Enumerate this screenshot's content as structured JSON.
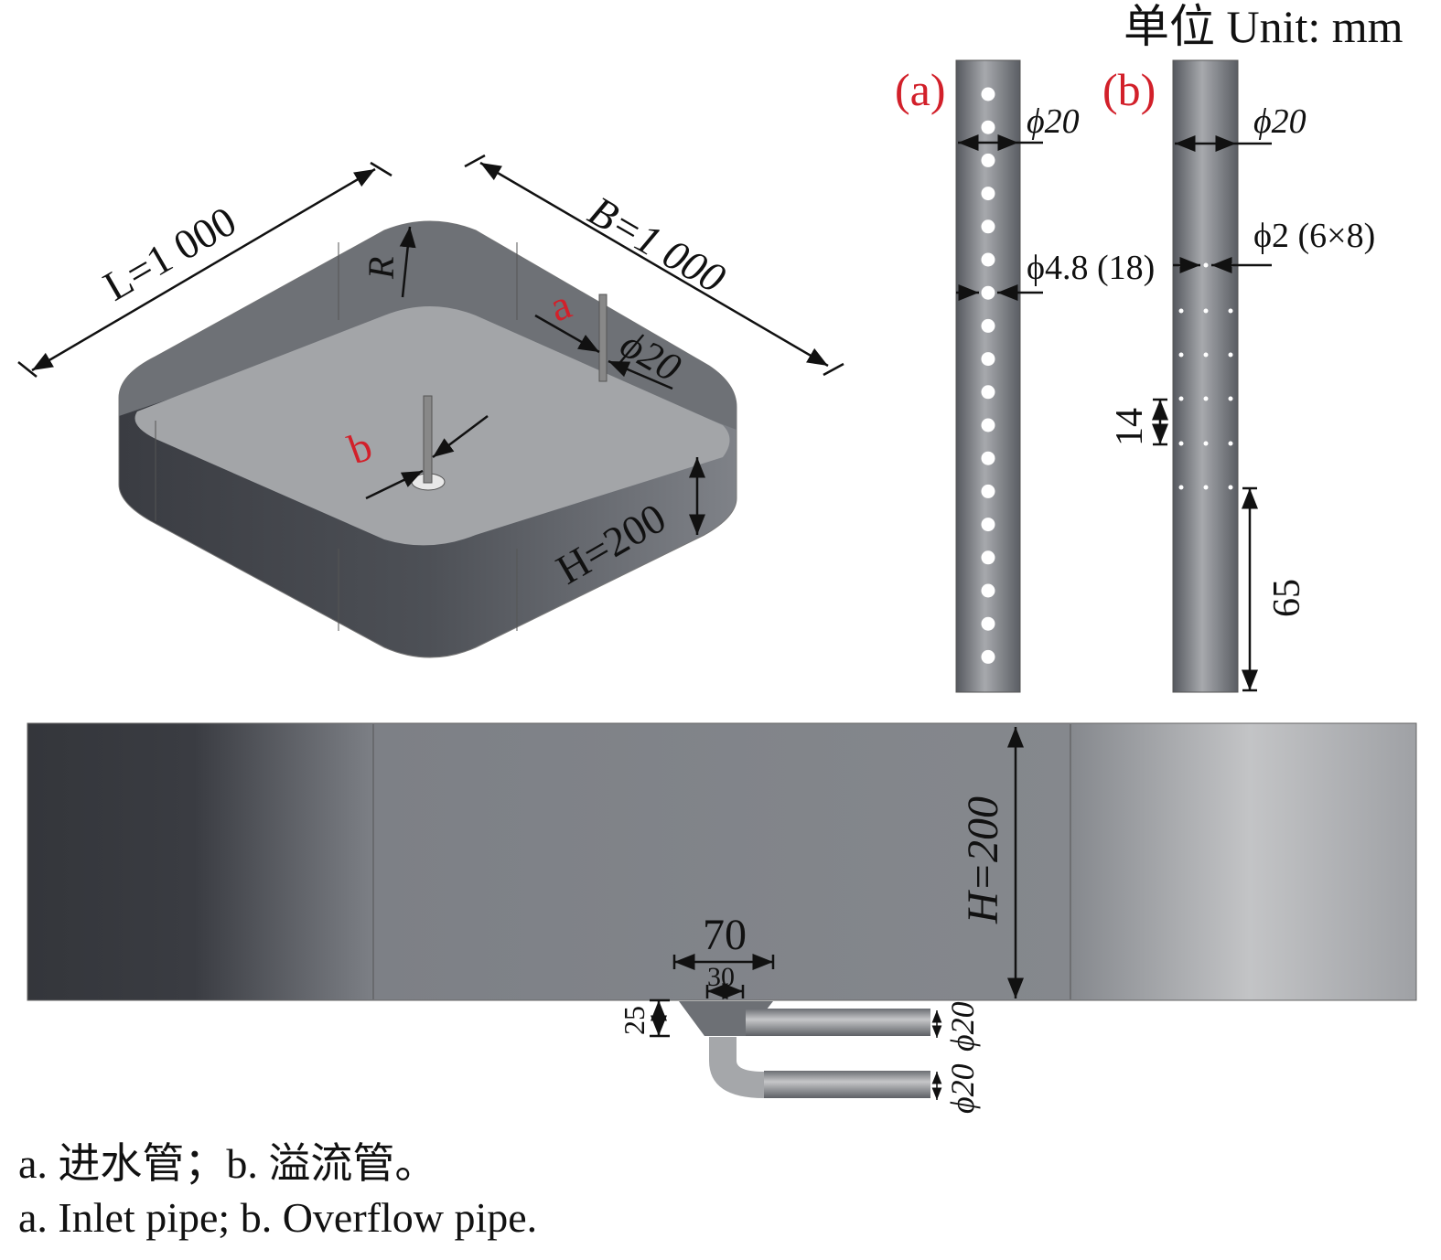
{
  "unit_label": "单位 Unit: mm",
  "tank_3d": {
    "length_label": "L=1 000",
    "width_label": "B=1 000",
    "radius_label": "R",
    "height_label": "H=200",
    "pipe_a_marker": "a",
    "pipe_b_marker": "b",
    "pipe_a_diameter": "ϕ20"
  },
  "pipe_a": {
    "panel_label": "(a)",
    "diameter": "ϕ20",
    "hole_label": "ϕ4.8 (18)",
    "hole_count": 18
  },
  "pipe_b": {
    "panel_label": "(b)",
    "diameter": "ϕ20",
    "hole_label": "ϕ2 (6×8)",
    "row_spacing": "14",
    "bottom_length": "65"
  },
  "side_view": {
    "height_label": "H=200",
    "funnel_top": "70",
    "funnel_bottom": "30",
    "funnel_height": "25",
    "upper_pipe_diameter": "ϕ20",
    "lower_pipe_diameter": "ϕ20"
  },
  "caption": {
    "chinese": "a. 进水管；b. 溢流管。",
    "english": "a. Inlet pipe; b. Overflow pipe."
  }
}
